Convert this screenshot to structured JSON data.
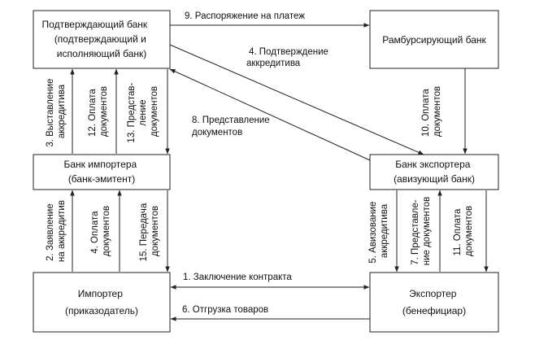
{
  "nodes": {
    "confirming_bank": [
      "Подтверждающий банк",
      "(подтверждающий и",
      "исполняющий банк)"
    ],
    "reimbursing_bank": [
      "Рамбурсирующий банк"
    ],
    "importer_bank": [
      "Банк импортера",
      "(банк-эмитент)"
    ],
    "exporter_bank": [
      "Банк экспортера",
      "(авизующий банк)"
    ],
    "importer": [
      "Импортер",
      "(приказодатель)"
    ],
    "exporter": [
      "Экспортер",
      "(бенефициар)"
    ]
  },
  "edges": {
    "e1": [
      "1. Заключение контракта"
    ],
    "e2": [
      "2. Заявление",
      "на аккредитив"
    ],
    "e3": [
      "3. Выставление",
      "аккредитива"
    ],
    "e4": [
      "4. Подтверждение",
      "аккредитива"
    ],
    "e5": [
      "5. Авизование",
      "аккредитива"
    ],
    "e6": [
      "6. Отгрузка товаров"
    ],
    "e7": [
      "7. Представле-",
      "ние документов"
    ],
    "e8": [
      "8. Представление",
      "документов"
    ],
    "e9": [
      "9. Распоряжение на платеж"
    ],
    "e10": [
      "10. Оплата",
      "документов"
    ],
    "e11": [
      "11. Оплата",
      "документов"
    ],
    "e12": [
      "12. Оплата",
      "документов"
    ],
    "e13": [
      "13. Представ-",
      "ление",
      "документов"
    ],
    "e14": [
      "4. Оплата",
      "документов"
    ],
    "e15": [
      "15. Передача",
      "документов"
    ]
  }
}
